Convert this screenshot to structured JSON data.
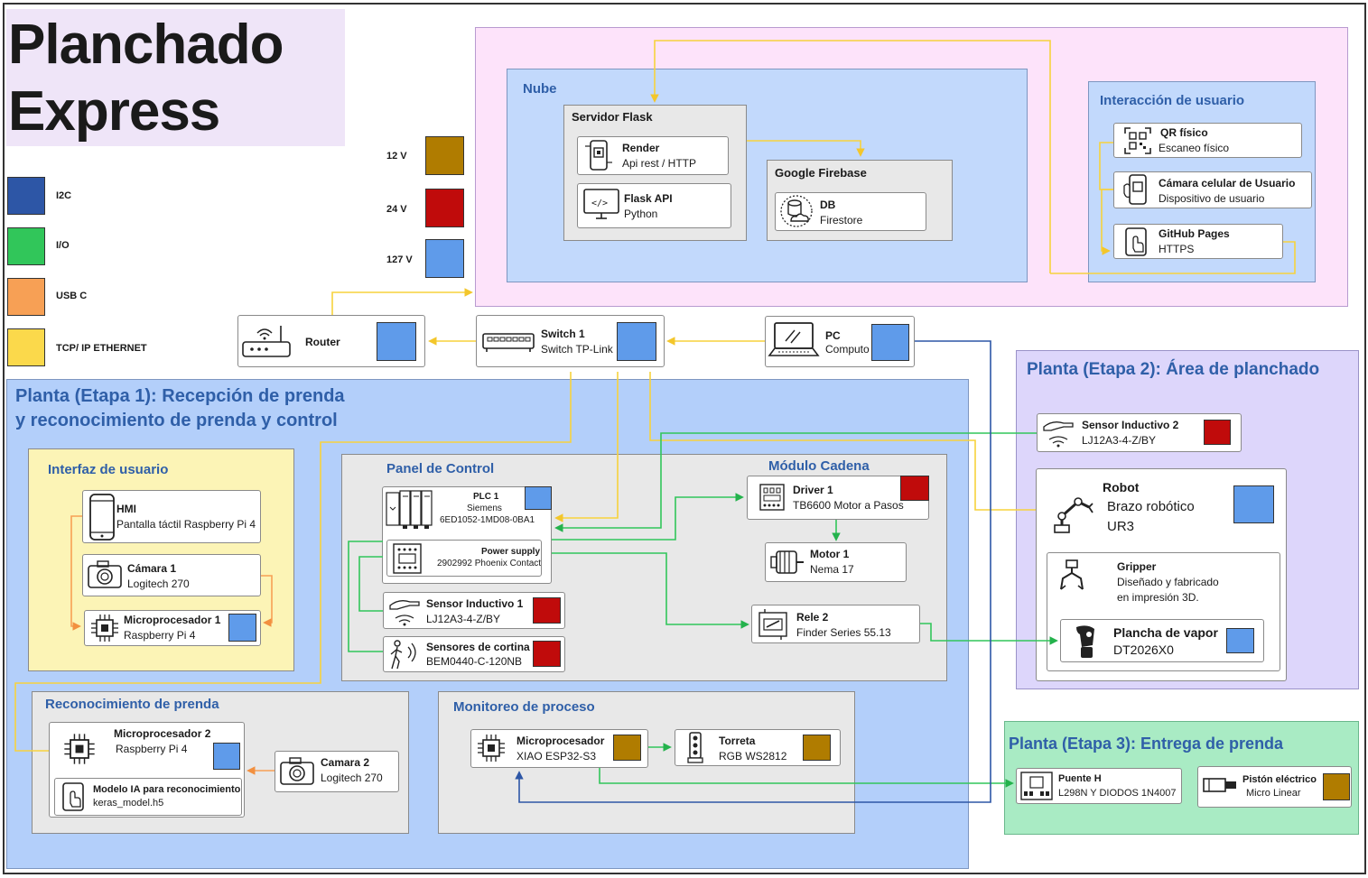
{
  "title": {
    "line1": "Planchado",
    "line2": "Express"
  },
  "legend": [
    {
      "label": "I2C",
      "color": "#2d56a6"
    },
    {
      "label": "I/O",
      "color": "#31c65a"
    },
    {
      "label": "USB C",
      "color": "#f7a055"
    },
    {
      "label": "TCP/ IP ETHERNET",
      "color": "#fbd94b"
    }
  ],
  "voltage_legend": [
    {
      "label": "12 V",
      "color": "#b07c00"
    },
    {
      "label": "24 V",
      "color": "#c00b0b"
    },
    {
      "label": "127 V",
      "color": "#5f9bea"
    }
  ],
  "nube": {
    "title": "Nube",
    "servidor": {
      "title": "Servidor Flask",
      "render": {
        "title": "Render",
        "sub": "Api rest / HTTP"
      },
      "flask": {
        "title": "Flask API",
        "sub": "Python"
      }
    },
    "firebase": {
      "title": "Google Firebase",
      "db": {
        "title": "DB",
        "sub": "Firestore"
      }
    }
  },
  "interaccion": {
    "title": "Interacción de usuario",
    "qr": {
      "title": "QR físico",
      "sub": "Escaneo físico"
    },
    "camara": {
      "title": "Cámara celular de Usuario",
      "sub": "Dispositivo de usuario"
    },
    "github": {
      "title": "GitHub Pages",
      "sub": "HTTPS"
    }
  },
  "network": {
    "router": {
      "title": "Router"
    },
    "switch": {
      "title": "Switch 1",
      "sub": "Switch TP-Link"
    },
    "pc": {
      "title": "PC",
      "sub": "Computo"
    }
  },
  "etapa1": {
    "title1": "Planta (Etapa 1): Recepción de prenda",
    "title2": "y reconocimiento de prenda y control",
    "interfaz": {
      "title": "Interfaz de usuario",
      "hmi": {
        "title": "HMI",
        "sub": "Pantalla táctil Raspberry Pi 4"
      },
      "cam1": {
        "title": "Cámara 1",
        "sub": "Logitech 270"
      },
      "micro1": {
        "title": "Microprocesador 1",
        "sub": "Raspberry Pi 4"
      }
    },
    "panel": {
      "title": "Panel de Control",
      "plc": {
        "title": "PLC 1",
        "sub1": "Siemens",
        "sub2": "6ED1052-1MD08-0BA1"
      },
      "power": {
        "title": "Power supply",
        "sub": "2902992 Phoenix Contact"
      },
      "sensor1": {
        "title": "Sensor Inductivo 1",
        "sub": "LJ12A3-4-Z/BY"
      },
      "cortina": {
        "title": "Sensores de cortina",
        "sub": "BEM0440-C-120NB"
      }
    },
    "cadena": {
      "title": "Módulo Cadena",
      "driver": {
        "title": "Driver 1",
        "sub": "TB6600 Motor a Pasos"
      },
      "motor": {
        "title": "Motor 1",
        "sub": "Nema 17"
      },
      "rele": {
        "title": "Rele 2",
        "sub": "Finder Series 55.13"
      }
    },
    "reconocimiento": {
      "title": "Reconocimiento de prenda",
      "micro2": {
        "title": "Microprocesador 2",
        "sub": "Raspberry Pi 4"
      },
      "modelo": {
        "title": "Modelo IA para reconocimiento",
        "sub": "keras_model.h5"
      },
      "cam2": {
        "title": "Camara 2",
        "sub": "Logitech 270"
      }
    },
    "monitoreo": {
      "title": "Monitoreo de proceso",
      "micro": {
        "title": "Microprocesador",
        "sub": "XIAO ESP32-S3"
      },
      "torreta": {
        "title": "Torreta",
        "sub": "RGB WS2812"
      }
    }
  },
  "etapa2": {
    "title": "Planta (Etapa 2): Área de planchado",
    "sensor2": {
      "title": "Sensor Inductivo 2",
      "sub": "LJ12A3-4-Z/BY"
    },
    "robot": {
      "title": "Robot",
      "sub1": "Brazo robótico",
      "sub2": "UR3"
    },
    "gripper": {
      "title": "Gripper",
      "sub1": "Diseñado y fabricado",
      "sub2": "en impresión 3D."
    },
    "plancha": {
      "title": "Plancha de vapor",
      "sub": "DT2026X0"
    }
  },
  "etapa3": {
    "title": "Planta (Etapa 3): Entrega de prenda",
    "puente": {
      "title": "Puente H",
      "sub": "L298N Y DIODOS 1N4007"
    },
    "piston": {
      "title": "Pistón eléctrico",
      "sub": "Micro Linear"
    }
  },
  "colors": {
    "v12": "#b07c00",
    "v24": "#c00b0b",
    "v127": "#5f9bea",
    "i2c": "#2d56a6",
    "io": "#31c65a",
    "usb": "#f7a055",
    "eth": "#fbd94b"
  }
}
